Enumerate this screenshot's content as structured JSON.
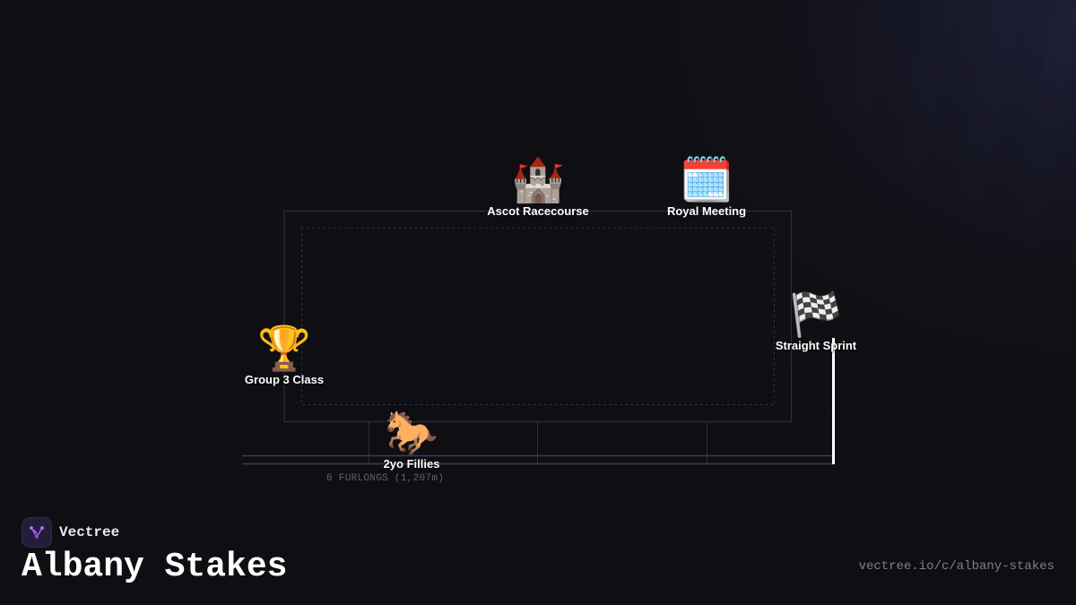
{
  "diagram": {
    "nodes": [
      {
        "id": "venue",
        "icon": "castle-icon",
        "emoji": "🏰",
        "label": "Ascot Racecourse"
      },
      {
        "id": "meeting",
        "icon": "calendar-icon",
        "emoji": "🗓️",
        "label": "Royal Meeting"
      },
      {
        "id": "finish",
        "icon": "checkered-flag-icon",
        "emoji": "🏁",
        "label": "Straight Sprint"
      },
      {
        "id": "class",
        "icon": "trophy-icon",
        "emoji": "🏆",
        "label": "Group 3 Class"
      },
      {
        "id": "runners",
        "icon": "horse-icon",
        "emoji": "🐎",
        "label": "2yo Fillies"
      }
    ],
    "track_label": "6 FURLONGS (1,207m)"
  },
  "brand": {
    "name": "Vectree",
    "logo_icon": "vectree-logo-icon"
  },
  "page": {
    "title": "Albany Stakes",
    "url": "vectree.io/c/albany-stakes"
  },
  "colors": {
    "background": "#0f0f13",
    "line": "#2a2f3c",
    "finish_post": "#ffffff",
    "brand_accent": "#a855f7"
  }
}
